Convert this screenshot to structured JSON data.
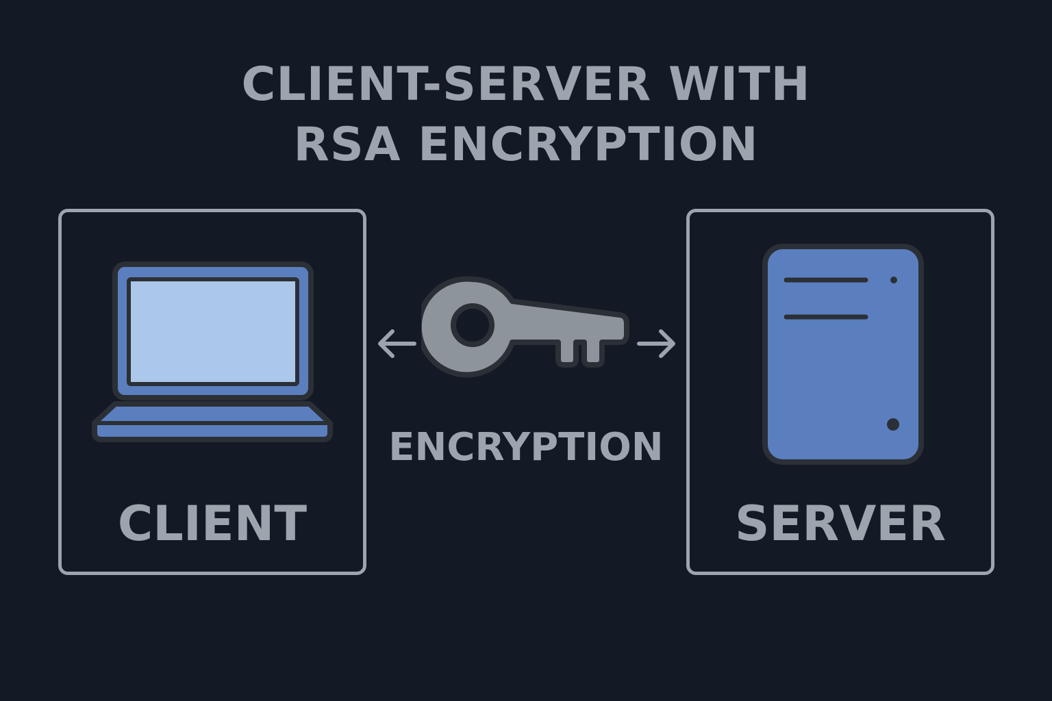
{
  "title": {
    "line1": "CLIENT-SERVER WITH",
    "line2": "RSA ENCRYPTION"
  },
  "nodes": {
    "client": {
      "label": "CLIENT",
      "icon": "laptop-icon"
    },
    "server": {
      "label": "SERVER",
      "icon": "server-icon"
    }
  },
  "edge": {
    "label": "ENCRYPTION",
    "icon": "key-icon",
    "direction": "bidirectional"
  },
  "colors": {
    "background": "#131925",
    "text": "#9ea4ad",
    "border": "#9ea4ad",
    "device_blue": "#5b7fbe",
    "screen_light_blue": "#abc7ea",
    "outline_dark": "#2b2f36",
    "key_gray": "#8e949b"
  }
}
